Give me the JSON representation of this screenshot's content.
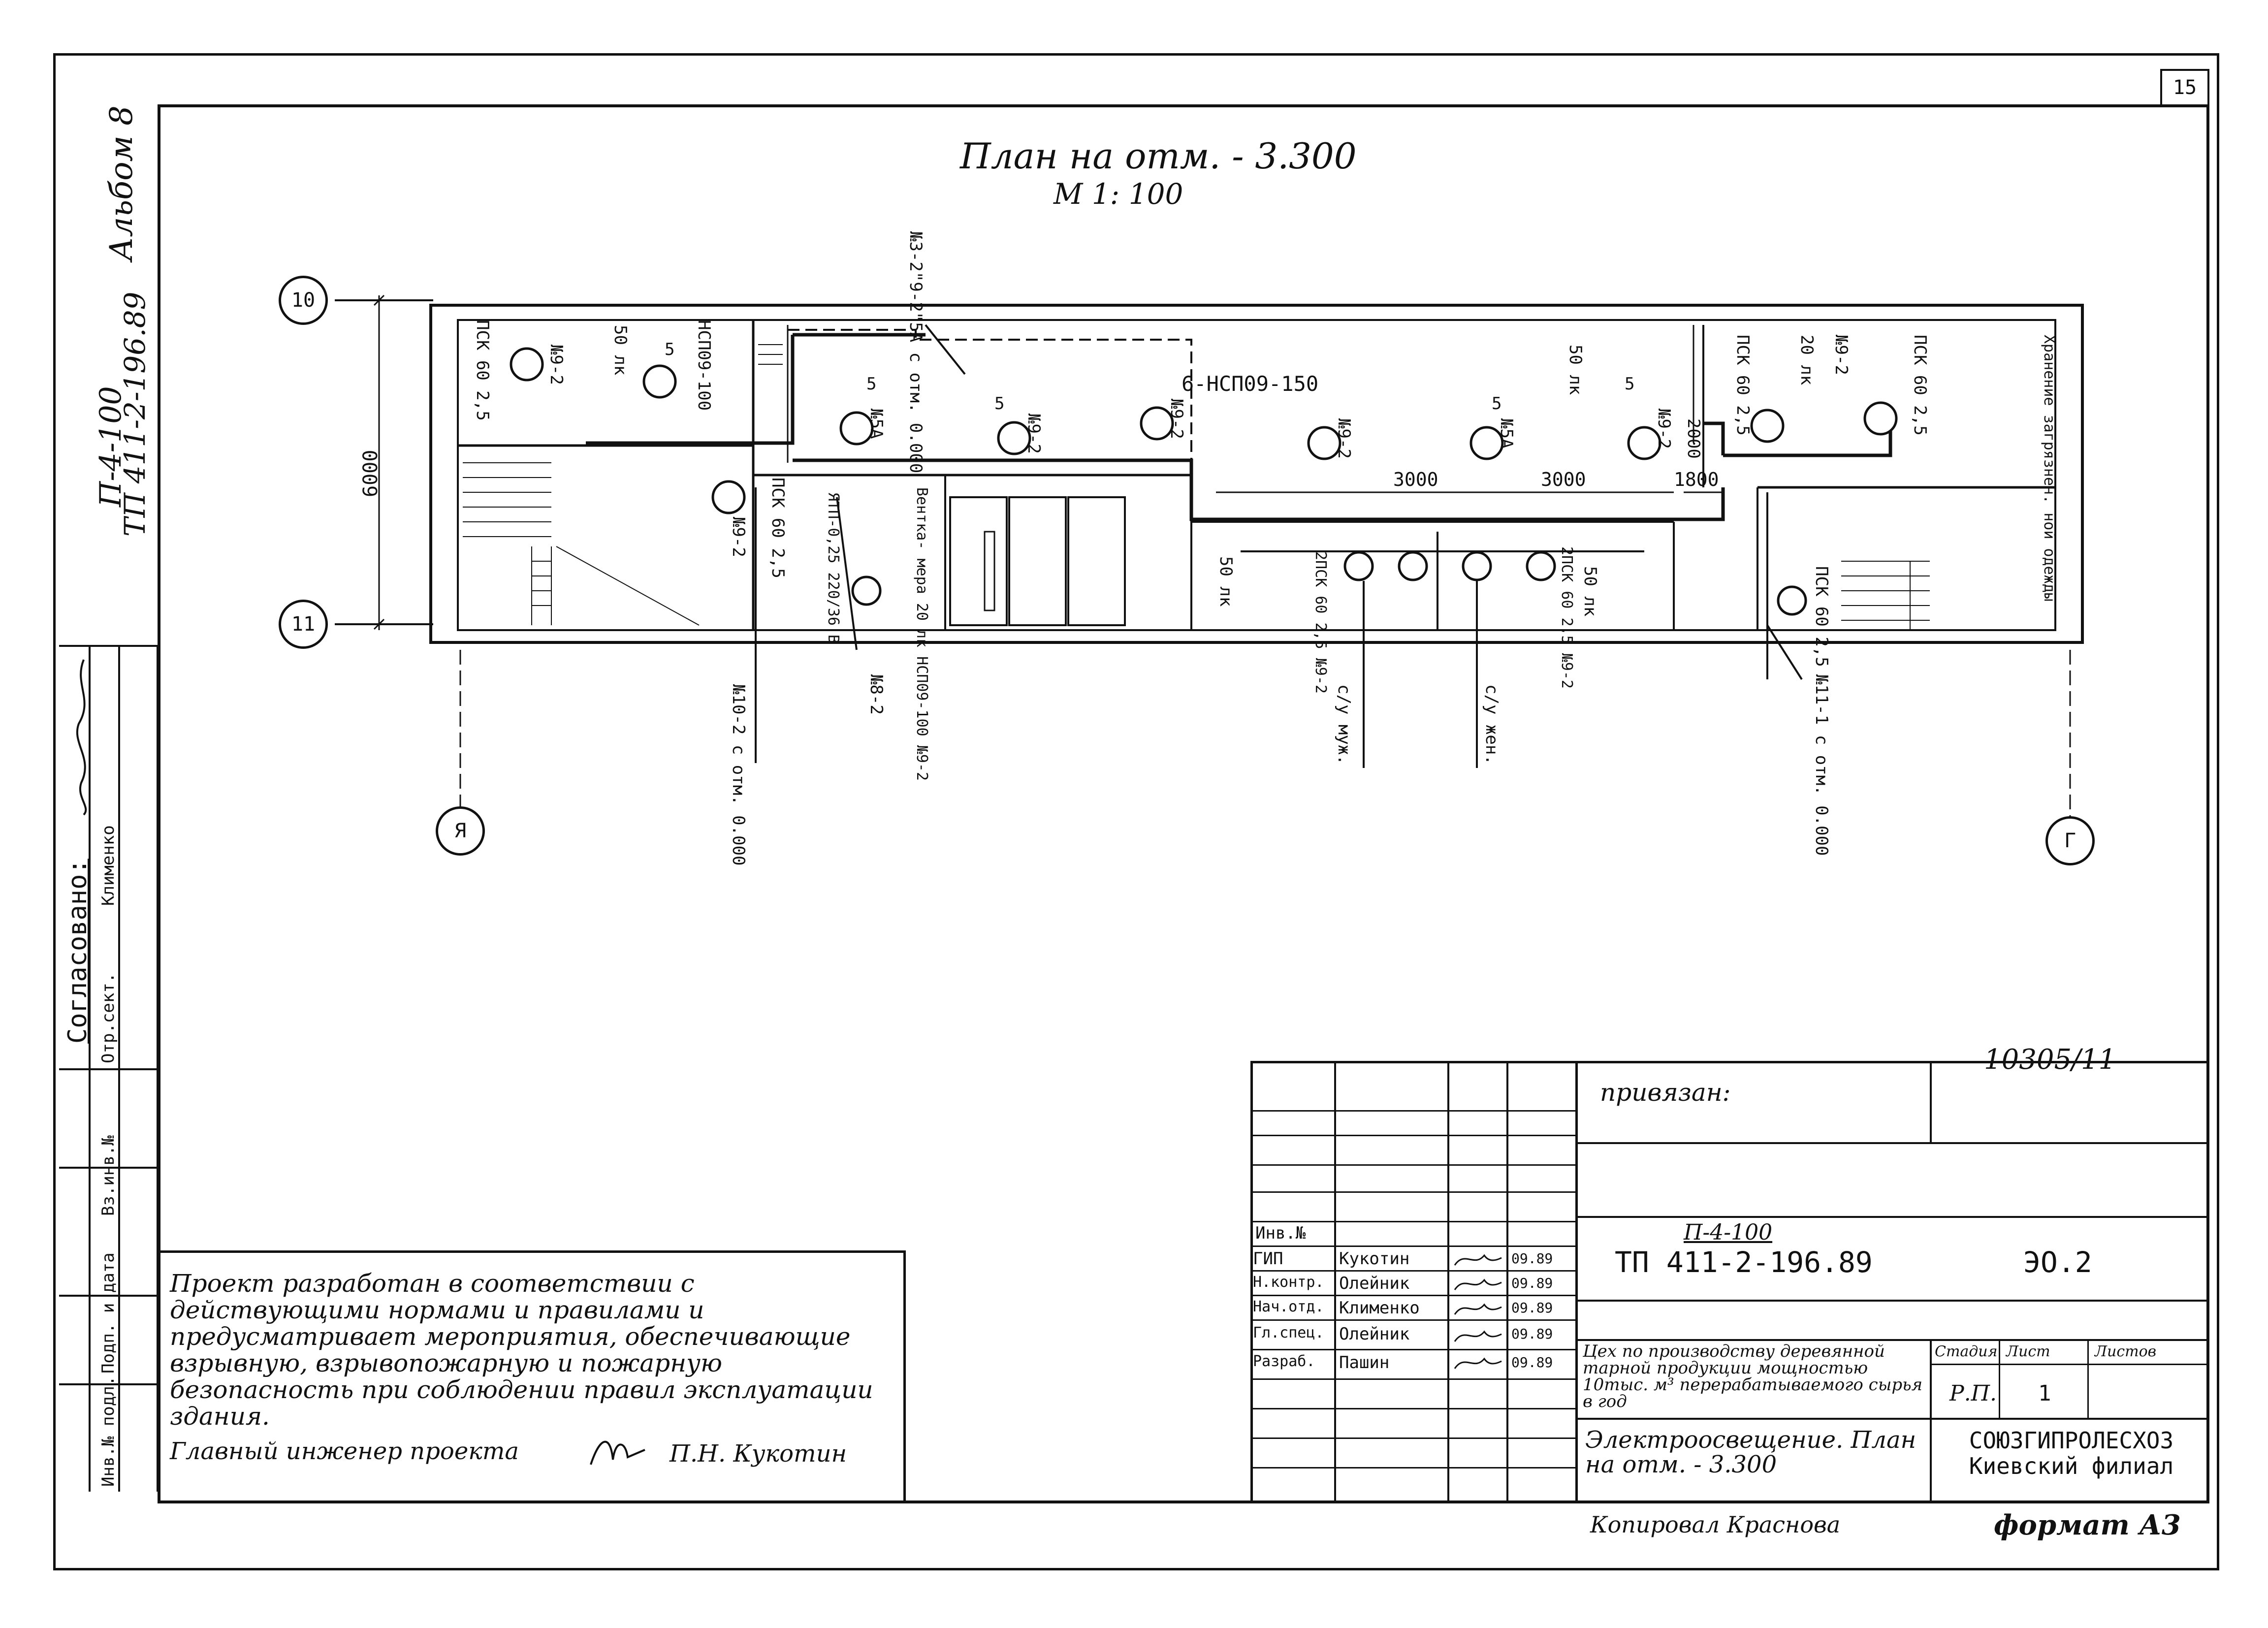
{
  "sheet": {
    "number": "15",
    "album": "Альбом 8",
    "project_code_top": "П-4-100",
    "project_code_bottom": "ТП 411-2-196.89",
    "archive_number": "10305/11",
    "copied_by": "Копировал Краснова",
    "format": "формат А3"
  },
  "plan": {
    "title": "План на отм. - 3.300",
    "scale": "М 1: 100",
    "axis_10": "10",
    "axis_11": "11",
    "axis_ya": "Я",
    "axis_g": "Г",
    "dim_height": "6000",
    "dim_3000a": "3000",
    "dim_3000b": "3000",
    "dim_1800": "1800",
    "dim_2000": "2000",
    "main_line": "6-НСП09-150",
    "notes": {
      "riser_top": "№3-2\"9-2\"5А с отм. 0.000",
      "lbl_psk_left": "ПСК 60 2,5",
      "lbl_n92_left": "№9-2",
      "lbl_50lk_left": "50 лк",
      "lbl_nsp_100": "НСП09-100",
      "lbl_5a": "5",
      "lbl_5b": "5",
      "lbl_5c": "5",
      "lbl_5d": "5",
      "lbl_5e": "5",
      "lbl_n5a": "№5А",
      "lbl_n92_a": "№9-2",
      "lbl_n92_b": "№9-2",
      "lbl_n92_c": "№9-2",
      "lbl_n5a_b": "№5А",
      "lbl_n92_d": "№9-2",
      "lbl_50lk_mid": "50 лк",
      "lbl_20lk": "20 лк",
      "lbl_psk_right": "ПСК 60 2,5",
      "lbl_n92_right": "№9-2",
      "lbl_psk_right2": "ПСК 60 2,5",
      "lbl_zhranenie": "Хранение загрязнен. ной одежды",
      "lbl_psk_stairs": "ПСК 60 2,5",
      "lbl_n92_stairs": "№9-2",
      "lbl_yato": "ЯТП-0,25 220/36 В",
      "lbl_vent": "Вентка- мера 20 лк НСП09-100 №9-2",
      "lbl_50lk_c": "50 лк",
      "lbl_2psk": "2ПСК 60 2,5 №9-2",
      "lbl_2psk_b": "2ПСК 60 2,5 №9-2",
      "lbl_50lk_d": "50 лк",
      "lbl_n10": "№10-2 с отм. 0.000",
      "lbl_n82": "№8-2",
      "lbl_cu_m": "с/у муж.",
      "lbl_cu_zh": "с/у жен.",
      "lbl_n11": "№11-1 с отм. 0.000",
      "lbl_psk_rb": "ПСК 60 2,5"
    }
  },
  "left_margin": {
    "soglasovano": "Согласовано:",
    "otd": "Отр.сект.",
    "klim": "Клименко",
    "inv_no": "Инв.№ подл.",
    "podp": "Подп. и дата",
    "vz": "Вз.инв.№"
  },
  "note": {
    "text": "Проект разработан в соответствии с действующими нормами и правилами и предусматривает мероприятия, обеспечивающие взрывную, взрывопожарную и пожарную безопасность при соблюдении правил эксплуатации здания.",
    "signature_label": "Главный инженер проекта",
    "signature_name": "П.Н. Кукотин"
  },
  "title_block": {
    "privyazan": "привязан:",
    "inv": "Инв.№",
    "people": [
      {
        "role": "ГИП",
        "name": "Кукотин",
        "date": "09.89"
      },
      {
        "role": "Н.контр.",
        "name": "Олейник",
        "date": "09.89"
      },
      {
        "role": "Нач.отд.",
        "name": "Клименко",
        "date": "09.89"
      },
      {
        "role": "Гл.спец.",
        "name": "Олейник",
        "date": "09.89"
      },
      {
        "role": "Разраб.",
        "name": "Пашин",
        "date": "09.89"
      }
    ],
    "code_top": "П-4-100",
    "code": "ТП 411-2-196.89",
    "sheet_code": "ЭО.2",
    "description": "Цех по производству деревянной тарной продукции мощностью 10тыс. м³ перерабатываемого сырья в год",
    "stage_label": "Стадия",
    "list_label": "Лист",
    "lists_label": "Листов",
    "stage": "Р.П.",
    "list": "1",
    "drawing_title": "Электроосвещение. План на отм. - 3.300",
    "org": "СОЮЗГИПРОЛЕСХОЗ Киевский филиал"
  }
}
